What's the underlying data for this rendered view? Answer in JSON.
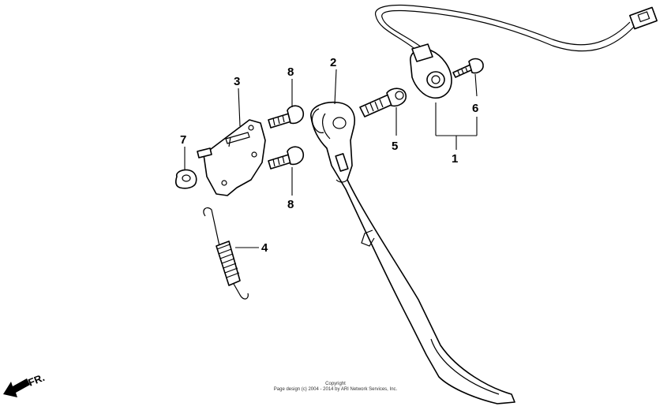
{
  "callouts": {
    "c1": "1",
    "c2": "2",
    "c3": "3",
    "c4": "4",
    "c5": "5",
    "c6": "6",
    "c7": "7",
    "c8a": "8",
    "c8b": "8"
  },
  "direction": {
    "label": "FR."
  },
  "copyright": {
    "line1": "Copyright",
    "line2": "Page design (c) 2004 - 2014 by ARI Network Services, Inc."
  }
}
